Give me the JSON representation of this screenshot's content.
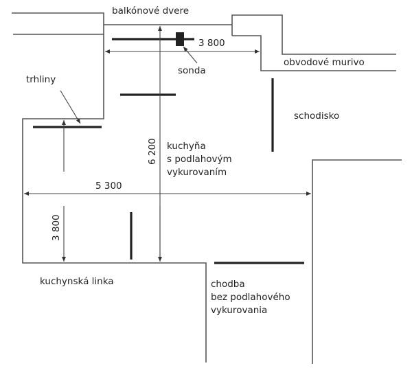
{
  "title": "Kitchen floor plan with floor heating and crack locations",
  "labels": {
    "balcony_door": "balkónové dvere",
    "perimeter_wall": "obvodové murivo",
    "probe": "sonda",
    "cracks": "trhliny",
    "staircase": "schodisko",
    "kitchen_unit": "kuchynská linka",
    "kitchen": [
      "kuchyňa",
      "s podlahovým",
      "vykurovaním"
    ],
    "corridor": [
      "chodba",
      "bez podlahového",
      "vykurovania"
    ]
  },
  "dimensions": {
    "top_width": "3 800",
    "total_width": "5 300",
    "room_depth": "6 200",
    "left_depth": "3 800"
  },
  "colors": {
    "wall": "#555555",
    "crack": "#222222",
    "text": "#222222"
  }
}
